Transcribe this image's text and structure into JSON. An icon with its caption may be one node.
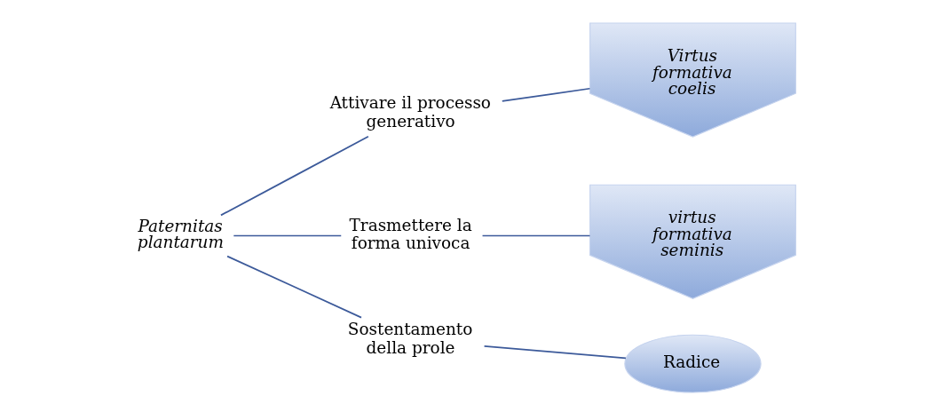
{
  "diagram": {
    "nodes": [
      {
        "text": [
          "Paternitas plantarum"
        ]
      },
      {
        "text": [
          "Attivare il processo generativo"
        ]
      },
      {
        "text": [
          "Trasmettere la forma univoca"
        ]
      },
      {
        "text": [
          "Sostentamento della prole"
        ]
      },
      {
        "text": [
          "Virtus formativa coelis"
        ]
      },
      {
        "text": [
          "virtus formativa seminis"
        ]
      },
      {
        "text": [
          "Radice"
        ]
      }
    ],
    "edges": [
      {
        "from": 0,
        "to": 1,
        "arrow": "none"
      },
      {
        "from": 0,
        "to": 2,
        "arrow": "none"
      },
      {
        "from": 0,
        "to": 3,
        "arrow": "none"
      },
      {
        "from": 1,
        "to": 4,
        "arrow": "none"
      },
      {
        "from": 2,
        "to": 5,
        "arrow": "none"
      },
      {
        "from": 3,
        "to": 6,
        "arrow": "none"
      }
    ]
  }
}
